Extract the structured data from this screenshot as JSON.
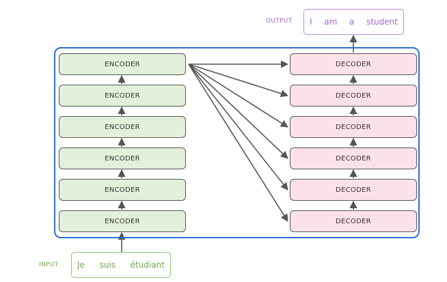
{
  "diagram": {
    "encoder_label": "ENCODER",
    "decoder_label": "DECODER",
    "encoder_count": 6,
    "decoder_count": 6,
    "input": {
      "label": "INPUT",
      "tokens": [
        "Je",
        "suis",
        "étudiant"
      ]
    },
    "output": {
      "label": "OUTPUT",
      "tokens": [
        "I",
        "am",
        "a",
        "student"
      ]
    },
    "colors": {
      "frame": "#2b6fd6",
      "encoder_fill": "#e3f0da",
      "decoder_fill": "#fbe1ec",
      "block_border": "#555555",
      "arrow": "#555555",
      "input": "#6aa84f",
      "output": "#a865c9"
    }
  }
}
